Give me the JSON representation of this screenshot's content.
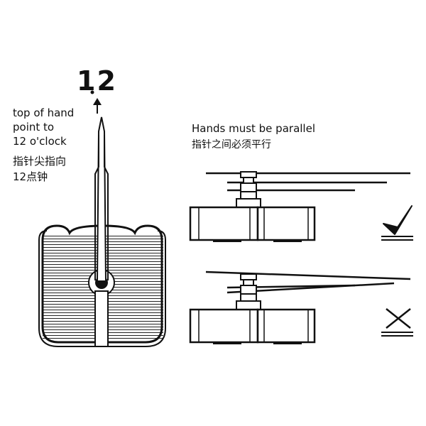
{
  "clock_label": "12",
  "left_caption": {
    "en_line1": "top of hand",
    "en_line2": "point to",
    "en_line3": "12 o'clock",
    "zh_line1": "指针尖指向",
    "zh_line2": "12点钟"
  },
  "right_caption": {
    "en": "Hands must be parallel",
    "zh": "指针之间必须平行"
  },
  "marks": {
    "correct": "check-icon",
    "incorrect": "cross-icon"
  },
  "colors": {
    "line": "#111111",
    "background": "#ffffff"
  }
}
